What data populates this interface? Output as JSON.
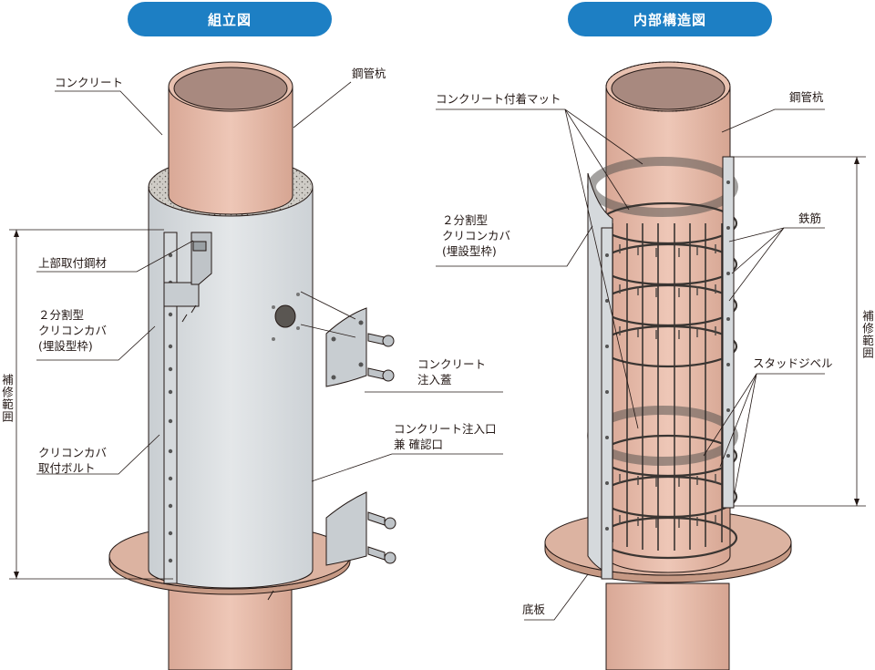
{
  "headers": {
    "left": "組立図",
    "right": "内部構造図"
  },
  "left_labels": {
    "concrete": "コンクリート",
    "steel_pile": "鋼管杭",
    "upper_bracket": "上部取付鋼材",
    "cover_line1": "２分割型",
    "cover_line2": "クリコンカバ",
    "cover_line3": "(埋設型枠)",
    "bolt_line1": "クリコンカバ",
    "bolt_line2": "取付ボルト",
    "lid_line1": "コンクリート",
    "lid_line2": "注入蓋",
    "port_line1": "コンクリート注入口",
    "port_line2": "兼 確認口",
    "repair_range": "補修範囲"
  },
  "right_labels": {
    "mat": "コンクリート付着マット",
    "steel_pile": "鋼管杭",
    "cover_line1": "２分割型",
    "cover_line2": "クリコンカバ",
    "cover_line3": "(埋設型枠)",
    "rebar": "鉄筋",
    "stud": "スタッドジベル",
    "base_plate": "底板",
    "repair_range": "補修範囲"
  },
  "colors": {
    "header_bg": "#1d7fc4",
    "pile": "#e3b8a6",
    "pile_inner": "#a8897f",
    "cover": "#d5d9dc",
    "concrete": "#c9c6c0",
    "base": "#d9b09e",
    "line": "#231815"
  }
}
